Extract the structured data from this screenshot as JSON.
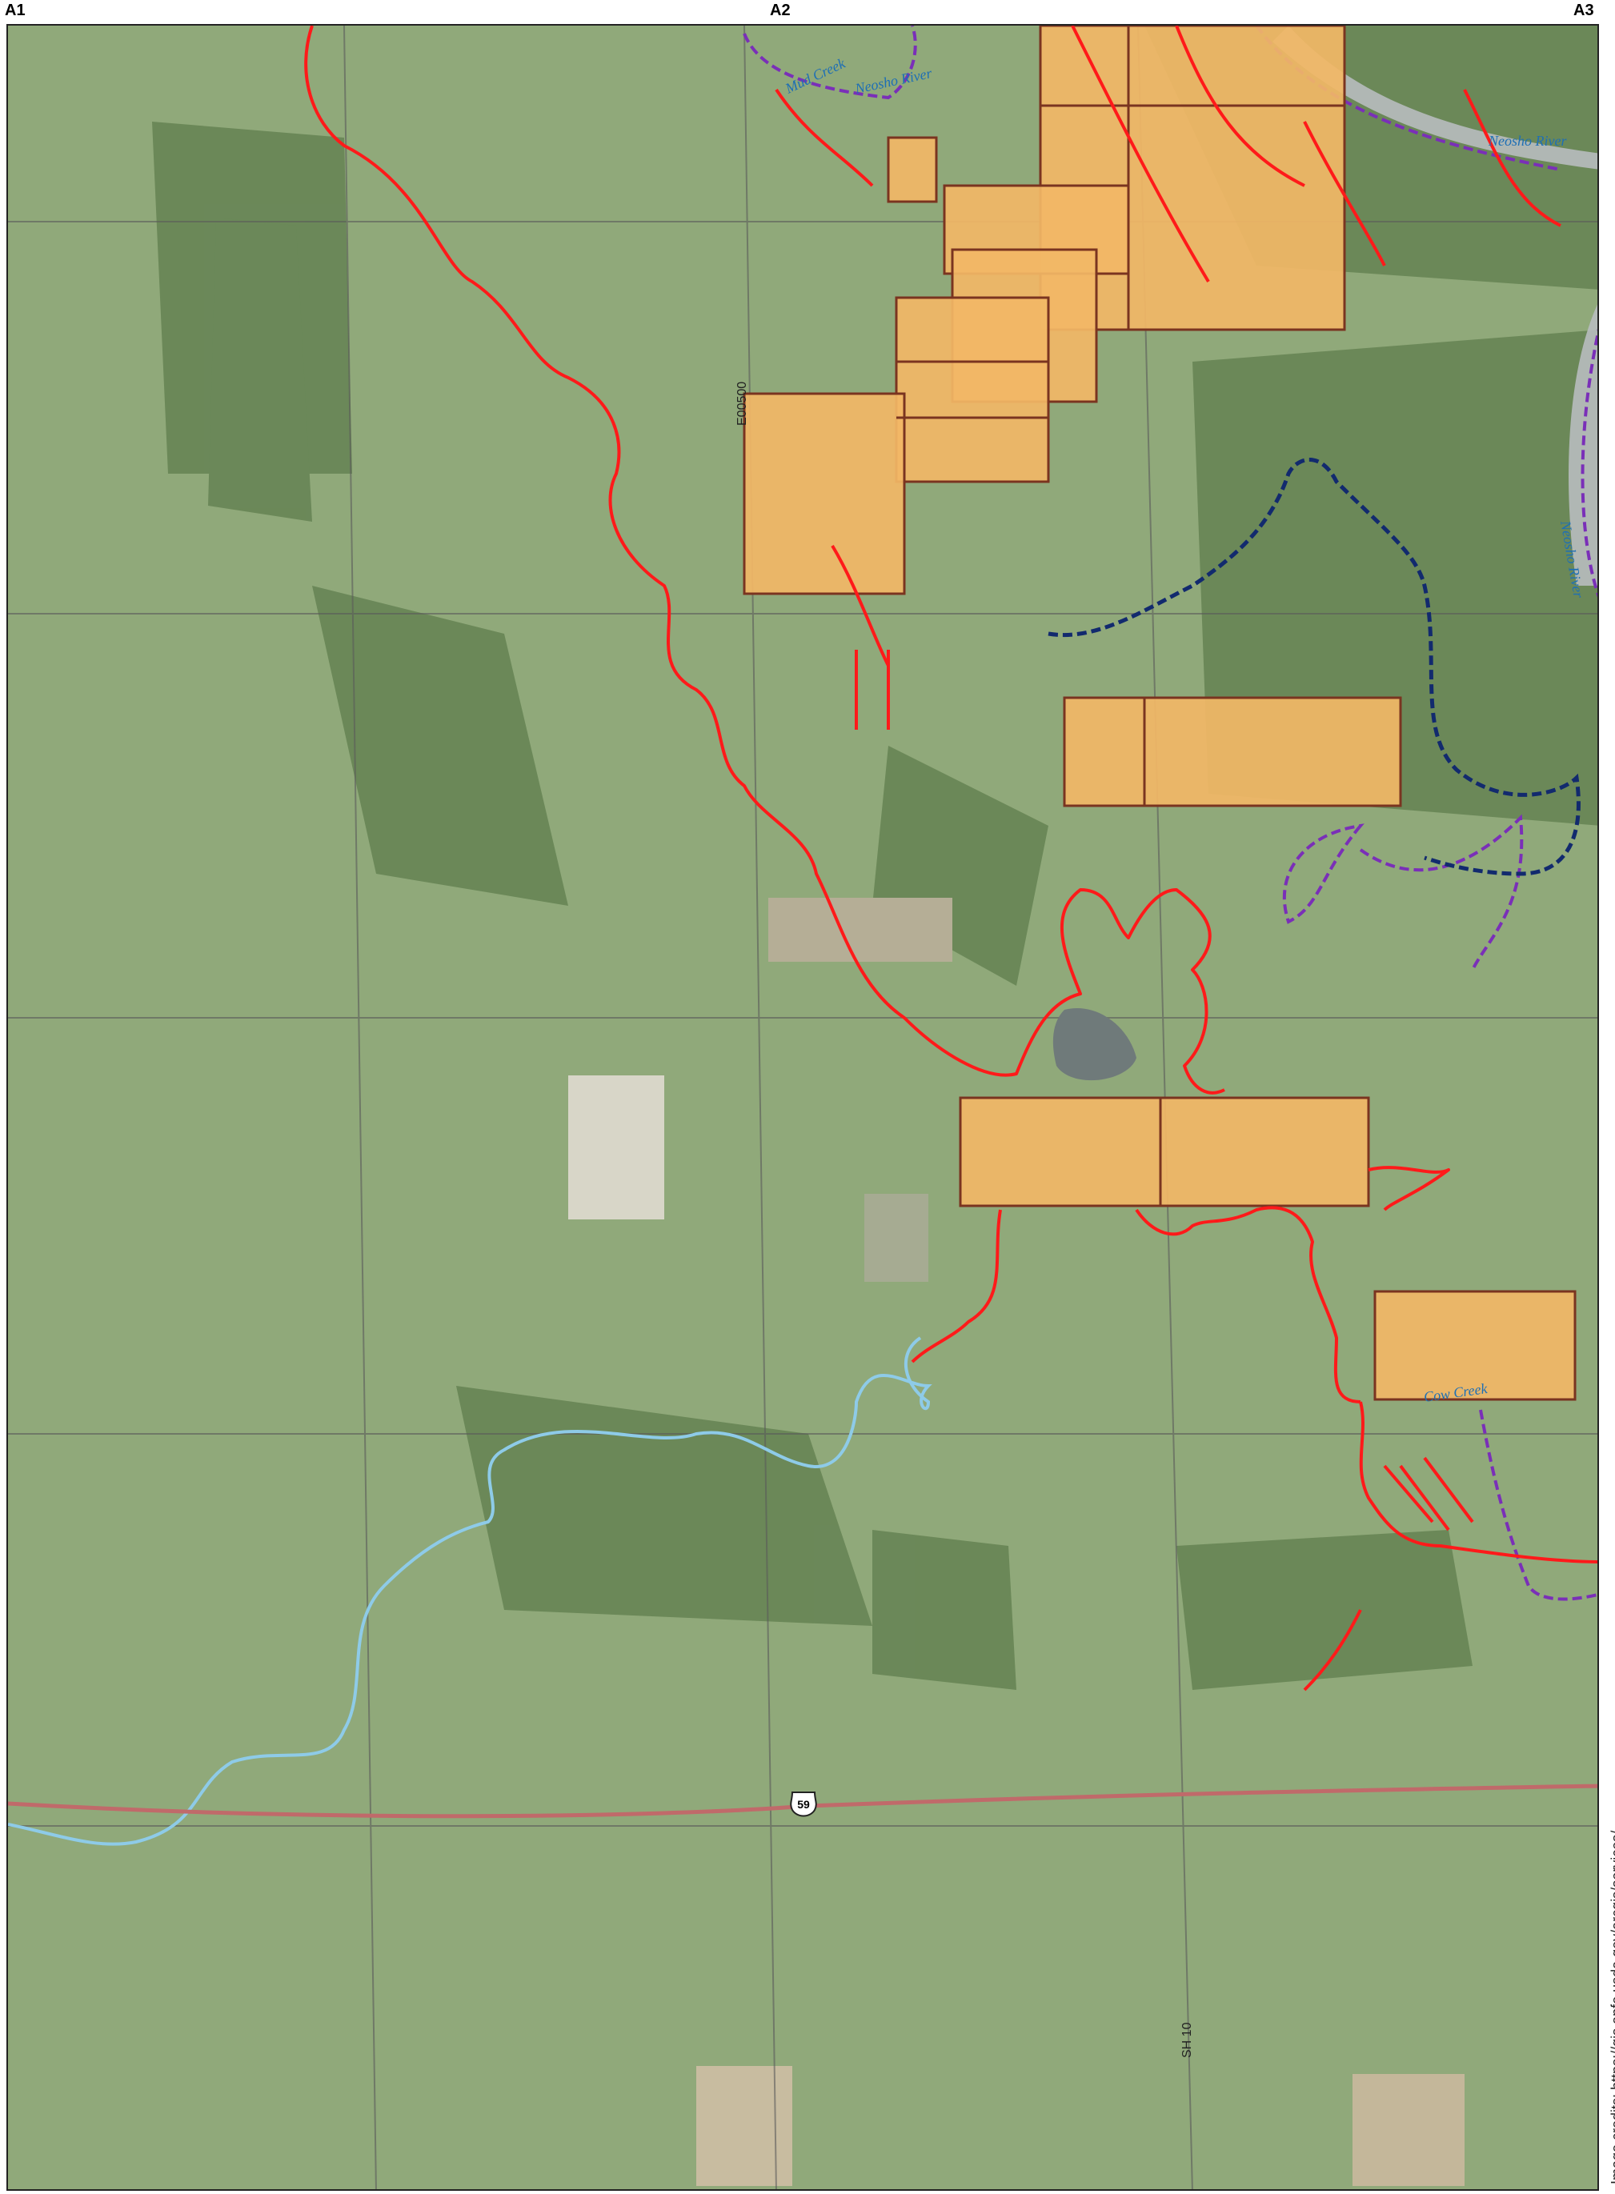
{
  "grid_labels": {
    "a1": "A1",
    "a2": "A2",
    "a3": "A3"
  },
  "map_labels": {
    "mud_creek": "Mud Creek",
    "neosho_river_1": "Neosho River",
    "neosho_river_2": "Neosho River",
    "neosho_river_3": "Neosho River",
    "cow_creek": "Cow Creek",
    "road_e0050": "E00500",
    "road_sh10": "SH 10",
    "us59_shield": "59"
  },
  "credits": "Image credits: https://gis.apfo.usda.gov/arcgis/services/",
  "colors": {
    "parcel_fill": "#f2b766",
    "parcel_stroke": "#7a3420",
    "flood_boundary": "#ff1a1a",
    "creek": "#8ecbe8",
    "river_dashed": "#7a2fb8",
    "river_navy": "#122a6e",
    "highway": "#c06a6a"
  }
}
